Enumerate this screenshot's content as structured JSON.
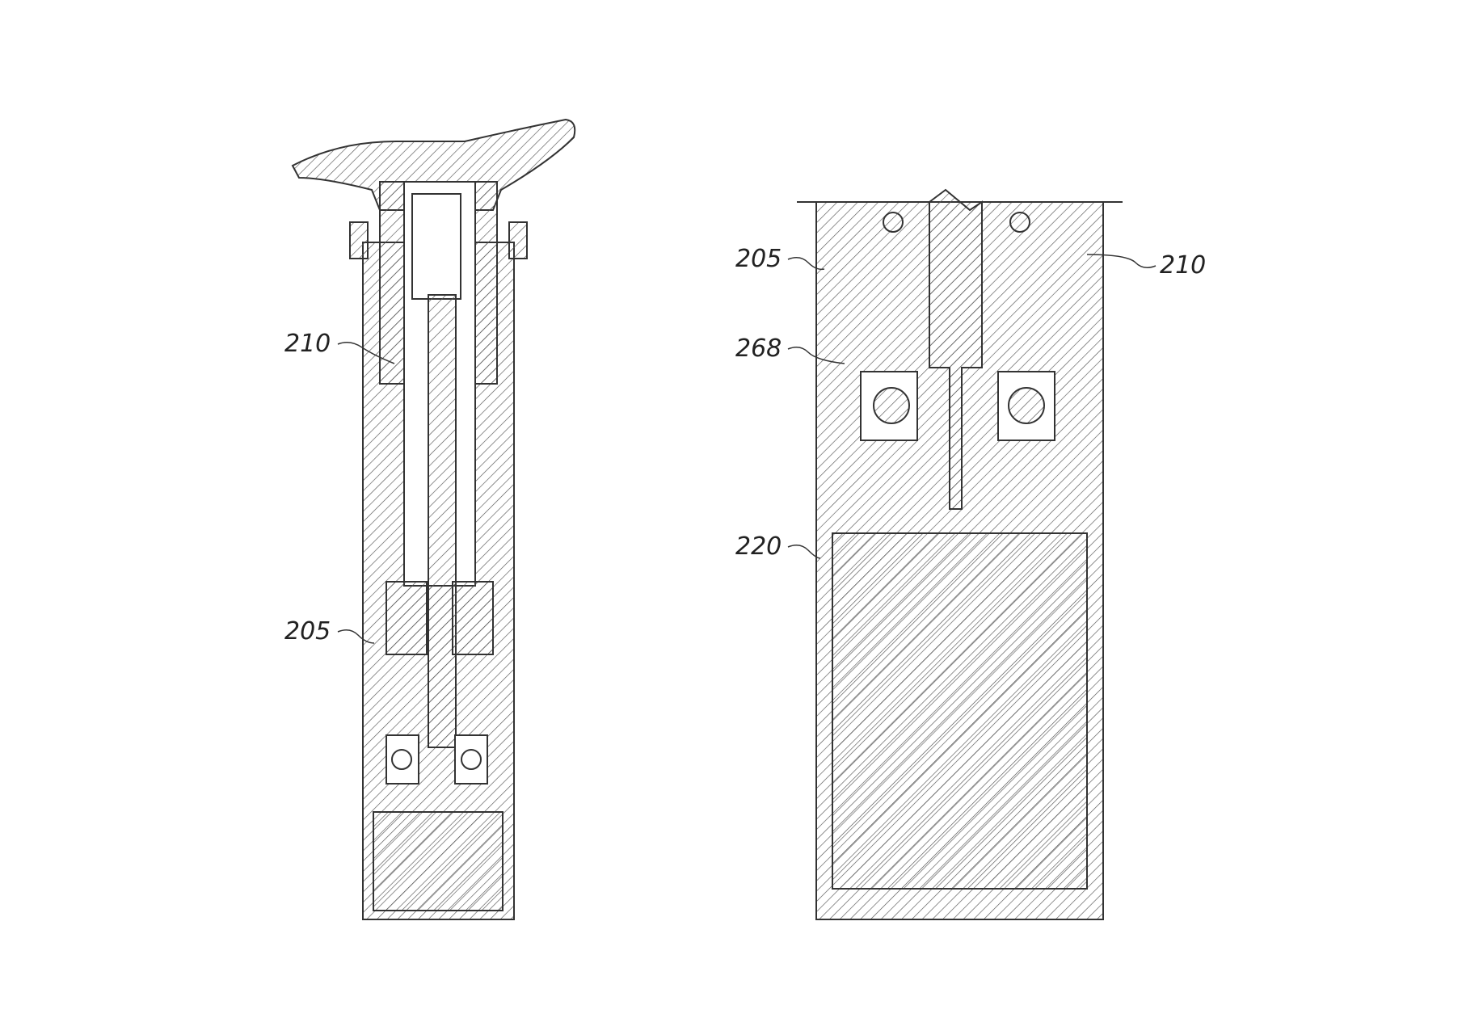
{
  "figure": {
    "labels": {
      "left_210": "210",
      "left_205": "205",
      "right_205": "205",
      "right_268": "268",
      "right_220": "220",
      "right_210": "210"
    },
    "colors": {
      "line": "#333333",
      "hatch": "#555555",
      "background": "#ffffff"
    }
  }
}
